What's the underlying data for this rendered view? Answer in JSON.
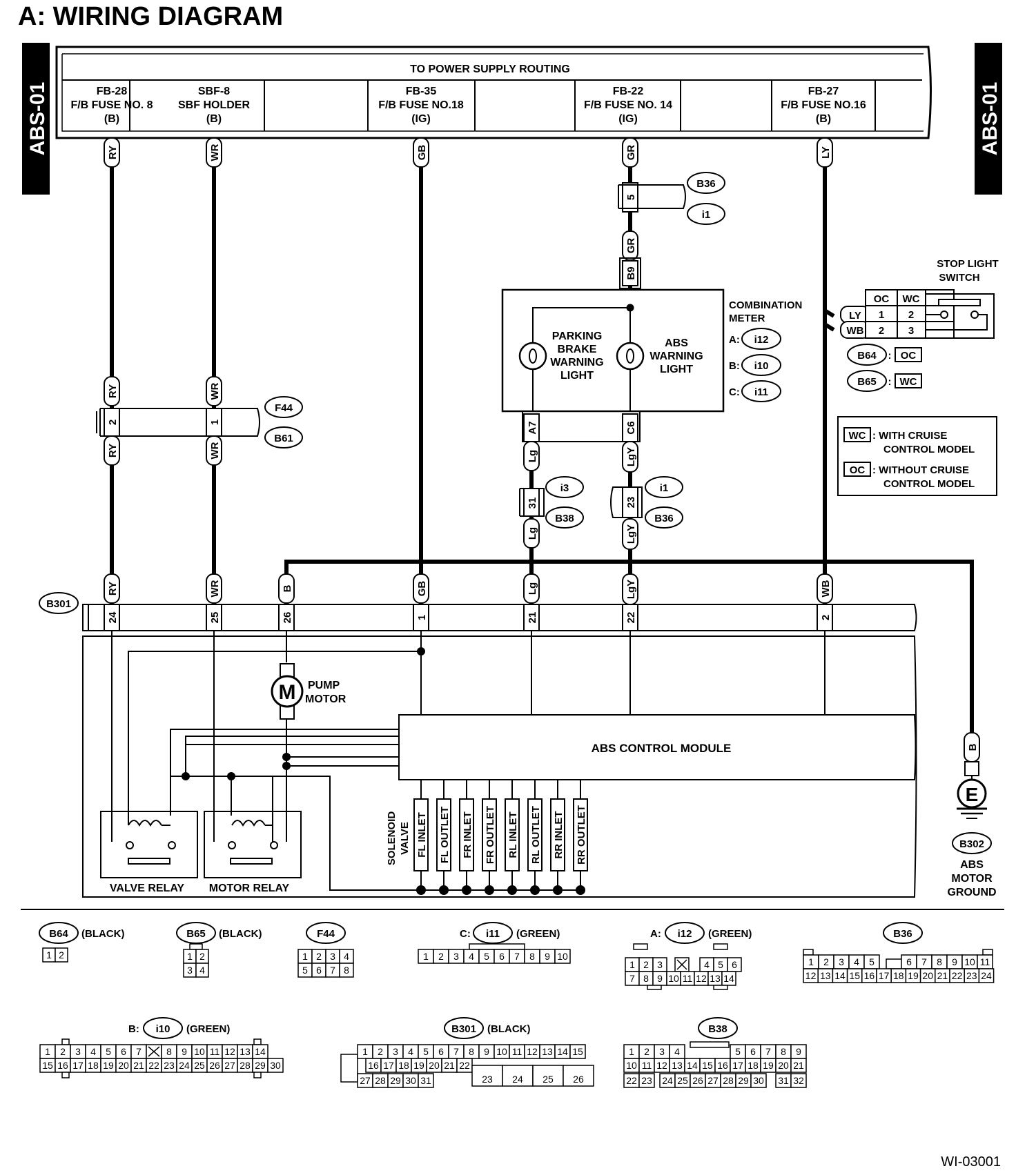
{
  "page_title": "A:  WIRING DIAGRAM",
  "side_tabs": {
    "left": "ABS-01",
    "right": "ABS-01"
  },
  "power_box": {
    "title": "TO POWER SUPPLY ROUTING",
    "fuses": [
      {
        "l1": "FB-28",
        "l2": "F/B FUSE NO. 8",
        "l3": "(B)"
      },
      {
        "l1": "SBF-8",
        "l2": "SBF HOLDER",
        "l3": "(B)"
      },
      {
        "l1": "FB-35",
        "l2": "F/B FUSE NO.18",
        "l3": "(IG)"
      },
      {
        "l1": "FB-22",
        "l2": "F/B FUSE NO. 14",
        "l3": "(IG)"
      },
      {
        "l1": "FB-27",
        "l2": "F/B FUSE NO.16",
        "l3": "(B)"
      }
    ]
  },
  "wires": {
    "ry": "RY",
    "wr": "WR",
    "gb": "GB",
    "gr": "GR",
    "ly": "LY",
    "b": "B",
    "lg": "Lg",
    "lgy": "LgY",
    "wb": "WB"
  },
  "connectors": {
    "b36": "B36",
    "i1": "i1",
    "b9": "B9",
    "f44": "F44",
    "b61": "B61",
    "i3": "i3",
    "b38": "B38",
    "b301": "B301",
    "b64": "B64",
    "b65": "B65",
    "b302": "B302",
    "i12": "i12",
    "i10": "i10",
    "i11": "i11",
    "a7": "A7",
    "c6": "C6"
  },
  "pins": {
    "p5": "5",
    "p2": "2",
    "p1": "1",
    "p31": "31",
    "p23": "23",
    "p24": "24",
    "p25": "25",
    "p26": "26",
    "p21": "21",
    "p22": "22"
  },
  "combination_meter": {
    "title_l1": "COMBINATION",
    "title_l2": "METER",
    "a": "A:",
    "b": "B:",
    "c": "C:",
    "parking": [
      "PARKING",
      "BRAKE",
      "WARNING",
      "LIGHT"
    ],
    "abs": [
      "ABS",
      "WARNING",
      "LIGHT"
    ]
  },
  "stop_light_switch": {
    "title_l1": "STOP LIGHT",
    "title_l2": "SWITCH",
    "oc": "OC",
    "wc": "WC",
    "row1": [
      "1",
      "2"
    ],
    "row2": [
      "2",
      "3"
    ],
    "colon": ":"
  },
  "legend": {
    "wc_tag": "WC",
    "wc_l1": ": WITH CRUISE",
    "wc_l2": "CONTROL MODEL",
    "oc_tag": "OC",
    "oc_l1": ": WITHOUT CRUISE",
    "oc_l2": "CONTROL MODEL"
  },
  "module": {
    "pump_l1": "PUMP",
    "pump_l2": "MOTOR",
    "motor_symbol": "M",
    "abs_module": "ABS CONTROL MODULE",
    "valve_relay": "VALVE RELAY",
    "motor_relay": "MOTOR RELAY",
    "solenoid_l1": "SOLENOID",
    "solenoid_l2": "VALVE",
    "valves": [
      "FL INLET",
      "FL OUTLET",
      "FR INLET",
      "FR OUTLET",
      "RL INLET",
      "RL OUTLET",
      "RR INLET",
      "RR OUTLET"
    ],
    "ground_symbol": "E",
    "ground_l1": "ABS",
    "ground_l2": "MOTOR",
    "ground_l3": "GROUND"
  },
  "connector_views": {
    "b64_color": "(BLACK)",
    "b65_color": "(BLACK)",
    "c_prefix": "C:",
    "i11_color": "(GREEN)",
    "a_prefix": "A:",
    "i12_color": "(GREEN)",
    "b_prefix": "B:",
    "i10_color": "(GREEN)",
    "b301_color": "(BLACK)",
    "b64_pins": [
      "1",
      "2"
    ],
    "b65_pins": [
      [
        "1",
        "2"
      ],
      [
        "3",
        "4"
      ]
    ],
    "f44_pins": [
      [
        "1",
        "2",
        "3",
        "4"
      ],
      [
        "5",
        "6",
        "7",
        "8"
      ]
    ],
    "i11_pins": [
      "1",
      "2",
      "3",
      "4",
      "5",
      "6",
      "7",
      "8",
      "9",
      "10"
    ],
    "i12_pins": [
      [
        "1",
        "2",
        "3",
        "",
        "4",
        "5",
        "6"
      ],
      [
        "7",
        "8",
        "9",
        "10",
        "11",
        "12",
        "13",
        "14"
      ]
    ],
    "b36_pins": [
      [
        "1",
        "2",
        "3",
        "4",
        "5",
        "6",
        "7",
        "8",
        "9",
        "10",
        "11"
      ],
      [
        "12",
        "13",
        "14",
        "15",
        "16",
        "17",
        "18",
        "19",
        "20",
        "21",
        "22",
        "23",
        "24"
      ]
    ],
    "i10_pins": [
      [
        "1",
        "2",
        "3",
        "4",
        "5",
        "6",
        "7",
        "",
        "8",
        "9",
        "10",
        "11",
        "12",
        "13",
        "14"
      ],
      [
        "15",
        "16",
        "17",
        "18",
        "19",
        "20",
        "21",
        "22",
        "23",
        "24",
        "25",
        "26",
        "27",
        "28",
        "29",
        "30"
      ]
    ],
    "b301_pins": [
      [
        "1",
        "2",
        "3",
        "4",
        "5",
        "6",
        "7",
        "8",
        "9",
        "10",
        "11",
        "12",
        "13",
        "14",
        "15"
      ],
      [
        "16",
        "17",
        "18",
        "19",
        "20",
        "21",
        "22"
      ],
      [
        "27",
        "28",
        "29",
        "30",
        "31"
      ],
      [
        "23",
        "24",
        "25",
        "26"
      ]
    ],
    "b38_pins": [
      [
        "1",
        "2",
        "3",
        "4",
        "5",
        "6",
        "7",
        "8",
        "9"
      ],
      [
        "10",
        "11",
        "12",
        "13",
        "14",
        "15",
        "16",
        "17",
        "18",
        "19",
        "20",
        "21"
      ],
      [
        "22",
        "23",
        "24",
        "25",
        "26",
        "27",
        "28",
        "29",
        "30",
        "31",
        "32"
      ]
    ]
  },
  "footer_code": "WI-03001"
}
